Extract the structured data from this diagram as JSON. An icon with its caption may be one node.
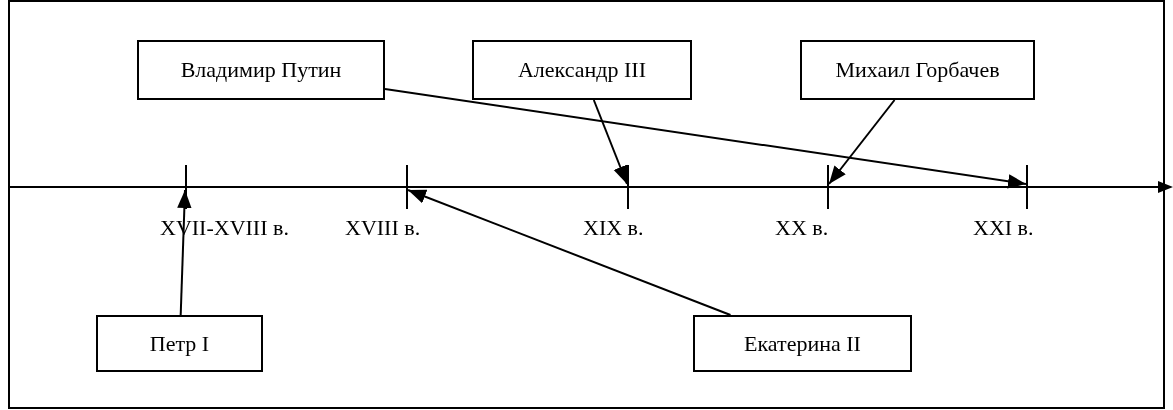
{
  "diagram": {
    "nodes": [
      {
        "text": [
          "Владимир Путин"
        ]
      },
      {
        "text": [
          "Александр III"
        ]
      },
      {
        "text": [
          "Михаил Горбачев"
        ]
      },
      {
        "text": [],
        "shape": "bar",
        "beside": [
          "XVII-XVIII в."
        ]
      },
      {
        "text": [],
        "shape": "bar",
        "beside": [
          "XVIII в."
        ]
      },
      {
        "text": [],
        "shape": "bar",
        "beside": [
          "XIX в."
        ]
      },
      {
        "text": [],
        "shape": "bar",
        "beside": [
          "XX в."
        ]
      },
      {
        "text": [],
        "shape": "bar",
        "beside": [
          "XXI в."
        ]
      },
      {
        "text": [
          "Петр I"
        ]
      },
      {
        "text": [
          "Екатерина II"
        ]
      }
    ],
    "edges": [
      {
        "from": 0,
        "to": 7,
        "arrow": "to"
      },
      {
        "from": 1,
        "to": 5,
        "arrow": "to"
      },
      {
        "from": 2,
        "to": 6,
        "arrow": "to"
      },
      {
        "from": 8,
        "to": 3,
        "arrow": "to"
      },
      {
        "from": 9,
        "to": 4,
        "arrow": "to"
      }
    ]
  }
}
